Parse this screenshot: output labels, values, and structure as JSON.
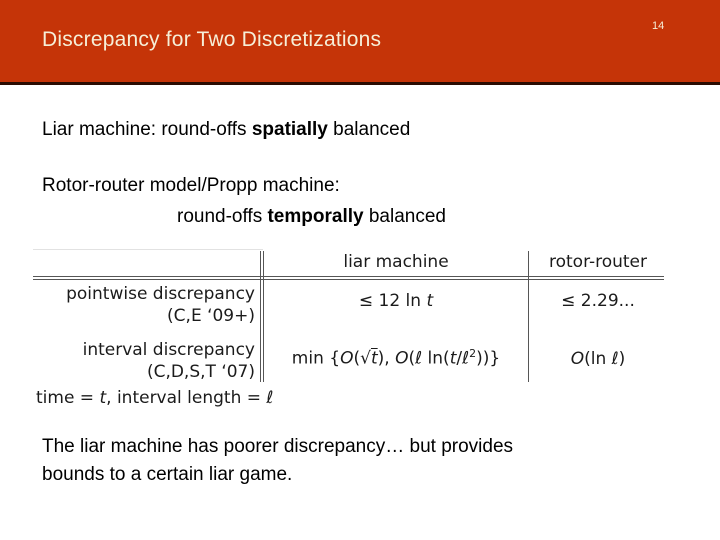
{
  "colors": {
    "header_background": "#C53408",
    "header_underline": "#2A0C02",
    "title_text": "#F6EFD8",
    "body_text": "#000000",
    "table_rule": "#565656"
  },
  "header": {
    "title": "Discrepancy for Two Discretizations",
    "page_number": "14"
  },
  "body": {
    "para1_pre": "Liar machine: round-offs ",
    "para1_bold": "spatially",
    "para1_post": " balanced",
    "para2_line1": "Rotor-router model/Propp machine:",
    "para2_line2_pre": "round-offs ",
    "para2_line2_bold": "temporally",
    "para2_line2_post": " balanced"
  },
  "table": {
    "column_headers": [
      "liar machine",
      "rotor-router"
    ],
    "rows": [
      {
        "label_line1": "pointwise discrepancy",
        "label_line2": "(C,E ‘09+)",
        "liar_machine": [
          {
            "t": "≤ 12 ln "
          },
          {
            "t": "t",
            "i": true
          }
        ],
        "rotor_router": [
          {
            "t": "≤ 2.29..."
          }
        ]
      },
      {
        "label_line1": "interval discrepancy",
        "label_line2": "(C,D,S,T ‘07)",
        "liar_machine": [
          {
            "t": "min"
          },
          {
            "t": " {"
          },
          {
            "t": "O",
            "i": true
          },
          {
            "t": "("
          },
          {
            "t": "√"
          },
          {
            "t": "t",
            "i": true,
            "ov": true
          },
          {
            "t": "), "
          },
          {
            "t": "O",
            "i": true
          },
          {
            "t": "(ℓ ln("
          },
          {
            "t": "t",
            "i": true
          },
          {
            "t": "/ℓ"
          },
          {
            "t": "2",
            "sup": true
          },
          {
            "t": "))"
          },
          {
            "t": "}"
          }
        ],
        "rotor_router": [
          {
            "t": "O",
            "i": true
          },
          {
            "t": "(ln ℓ)"
          }
        ]
      }
    ],
    "caption": [
      {
        "t": "time = "
      },
      {
        "t": "t",
        "i": true
      },
      {
        "t": ", interval length = "
      },
      {
        "t": "ℓ"
      }
    ]
  },
  "footer": {
    "line1": "The liar machine has poorer discrepancy… but provides",
    "line2": "bounds to a certain liar game."
  }
}
